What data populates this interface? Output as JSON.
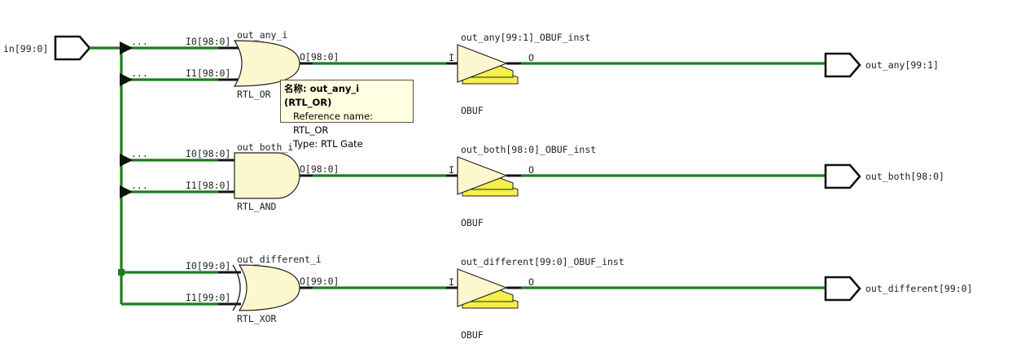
{
  "input_port": {
    "label": "in[99:0]"
  },
  "ripper_label": "...",
  "gates": [
    {
      "instance": "out_any_i",
      "cell": "RTL_OR",
      "pin_i0": "I0[98:0]",
      "pin_i1": "I1[98:0]",
      "pin_o": "O[98:0]"
    },
    {
      "instance": "out_both_i",
      "cell": "RTL_AND",
      "pin_i0": "I0[98:0]",
      "pin_i1": "I1[98:0]",
      "pin_o": "O[98:0]"
    },
    {
      "instance": "out_different_i",
      "cell": "RTL_XOR",
      "pin_i0": "I0[99:0]",
      "pin_i1": "I1[99:0]",
      "pin_o": "O[99:0]"
    }
  ],
  "buffers": [
    {
      "instance": "out_any[99:1]_OBUF_inst",
      "cell": "OBUF",
      "pin_i": "I",
      "pin_o": "O"
    },
    {
      "instance": "out_both[98:0]_OBUF_inst",
      "cell": "OBUF",
      "pin_i": "I",
      "pin_o": "O"
    },
    {
      "instance": "out_different[99:0]_OBUF_inst",
      "cell": "OBUF",
      "pin_i": "I",
      "pin_o": "O"
    }
  ],
  "output_ports": [
    {
      "label": "out_any[99:1]"
    },
    {
      "label": "out_both[98:0]"
    },
    {
      "label": "out_different[99:0]"
    }
  ],
  "tooltip": {
    "title": "名称: out_any_i (RTL_OR)",
    "reference": "Reference name: RTL_OR",
    "type": "Type: RTL Gate"
  },
  "colors": {
    "wire": "#1e7d1e",
    "gate_fill": "#fbf8cf",
    "buffer_stripe": "#f5f04a",
    "tooltip_bg": "#ffffe1"
  }
}
